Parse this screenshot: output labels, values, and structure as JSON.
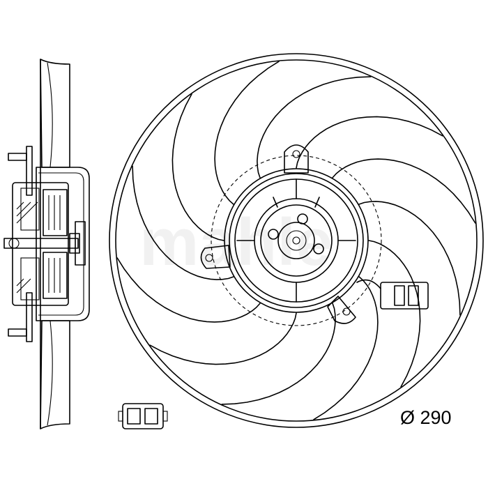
{
  "diameter_label": "Ø 290",
  "watermark": "mahle",
  "fan": {
    "blade_count": 12
  },
  "icons": {
    "side_view": "fan-side-section-icon",
    "connector": "two-pin-connector-icon",
    "fan_front": "radiator-fan-front-view-icon"
  }
}
